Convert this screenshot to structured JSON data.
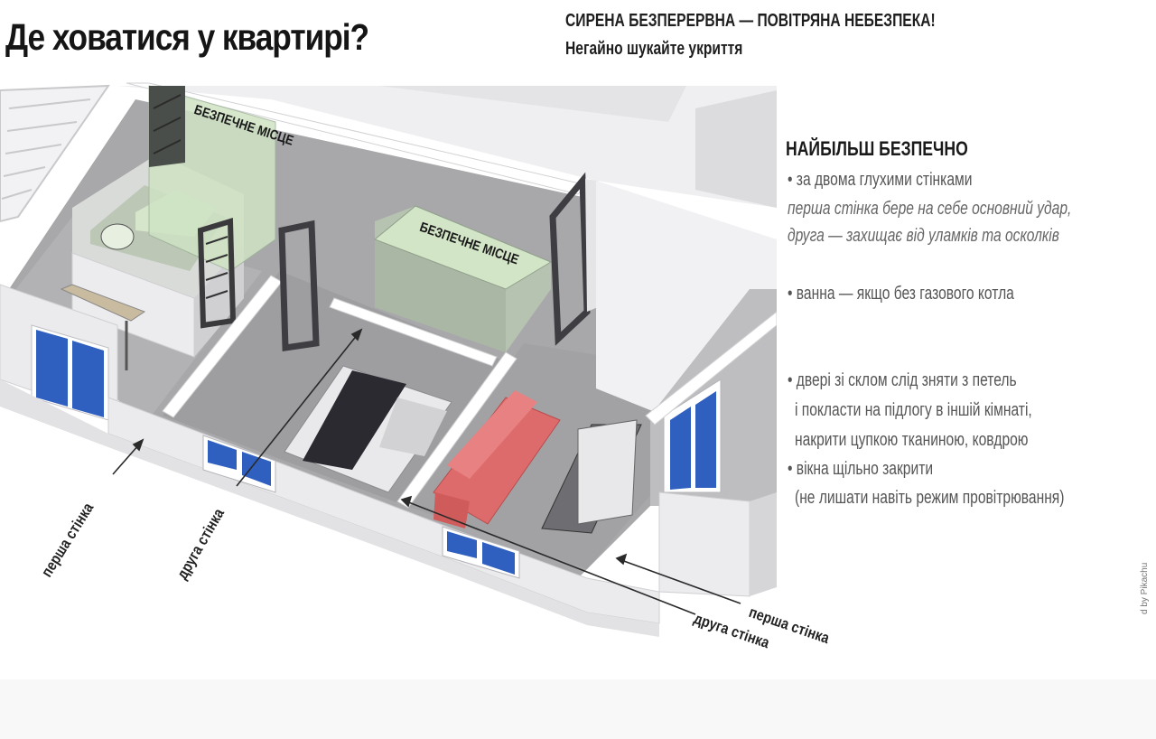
{
  "header": {
    "title": "Де ховатися у квартирі?",
    "alert_title": "СИРЕНА БЕЗПЕРЕРВНА — ПОВІТРЯНА НЕБЕЗПЕКА!",
    "alert_subtitle": "Негайно шукайте укриття"
  },
  "illustration": {
    "safe_place_labels": [
      "БЕЗПЕЧНЕ МІСЦЕ",
      "БЕЗПЕЧНЕ МІСЦЕ"
    ],
    "wall_labels": {
      "left_first": "перша стінка",
      "left_second": "друга стінка",
      "right_first": "перша стінка",
      "right_second": "друга стінка"
    },
    "colors": {
      "safe_zone": "#cfe3c4",
      "floor": "#a9a9a9",
      "wall": "#e6e6e8",
      "window": "#2f5fbf",
      "sofa": "#de6b6b",
      "blanket": "#2a2a30"
    }
  },
  "sidebar": {
    "heading": "НАЙБІЛЬШ БЕЗПЕЧНО",
    "items": [
      {
        "bullet": "• за двома глухими стінками",
        "notes": [
          "перша стінка бере на себе основний удар,",
          "друга — захищає від уламків та осколків"
        ]
      },
      {
        "bullet": "• ванна — якщо без газового котла",
        "notes": []
      },
      {
        "bullet": "• двері зі склом слід зняти з петель",
        "notes": [
          "і покласти на підлогу в іншій кімнаті,",
          "накрити цупкою тканиною, ковдрою"
        ]
      },
      {
        "bullet": "• вікна щільно закрити",
        "notes": [
          "(не лишати навіть режим провітрювання)"
        ]
      }
    ]
  },
  "watermark": "d by Pikachu"
}
